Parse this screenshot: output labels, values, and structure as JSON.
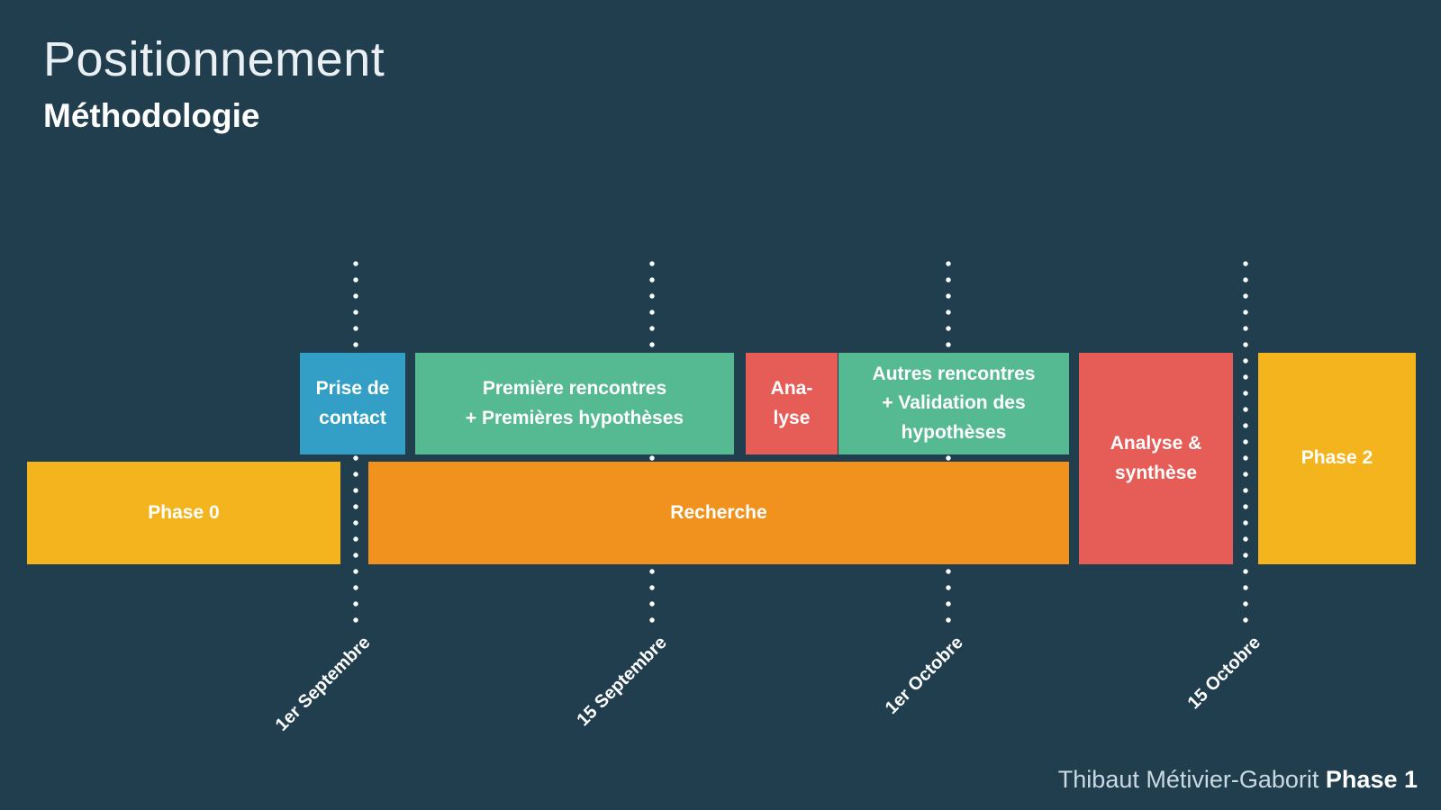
{
  "header": {
    "title": "Positionnement",
    "subtitle": "Méthodologie"
  },
  "timeline": {
    "milestones": [
      {
        "label": "1er Septembre"
      },
      {
        "label": "15 Septembre"
      },
      {
        "label": "1er Octobre"
      },
      {
        "label": "15 Octobre"
      }
    ],
    "blocks": [
      {
        "id": "phase-0",
        "label": "Phase 0",
        "color": "#f4b41e",
        "row": "bottom"
      },
      {
        "id": "prise-de-contact",
        "label": "Prise de\ncontact",
        "color": "#339fc6",
        "row": "top"
      },
      {
        "id": "premieres-rencontres",
        "label": "Première rencontres\n+ Premières hypothèses",
        "color": "#55b992",
        "row": "top"
      },
      {
        "id": "analyse",
        "label": "Ana-\nlyse",
        "color": "#e65d58",
        "row": "top"
      },
      {
        "id": "autres-rencontres",
        "label": "Autres rencontres\n+ Validation des\nhypothèses",
        "color": "#55b992",
        "row": "top"
      },
      {
        "id": "recherche",
        "label": "Recherche",
        "color": "#f0921d",
        "row": "bottom"
      },
      {
        "id": "analyse-synthese",
        "label": "Analyse &\nsynthèse",
        "color": "#e65d58",
        "row": "full"
      },
      {
        "id": "phase-2",
        "label": "Phase 2",
        "color": "#f4b41e",
        "row": "full"
      }
    ]
  },
  "footer": {
    "author": "Thibaut Métivier-Gaborit",
    "phase": "Phase 1"
  },
  "palette": {
    "background": "#203e4e",
    "yellow": "#f4b41e",
    "orange": "#f0921d",
    "blue": "#339fc6",
    "green": "#55b992",
    "red": "#e65d58",
    "dots": "#ffffff",
    "text": "#ffffff"
  }
}
